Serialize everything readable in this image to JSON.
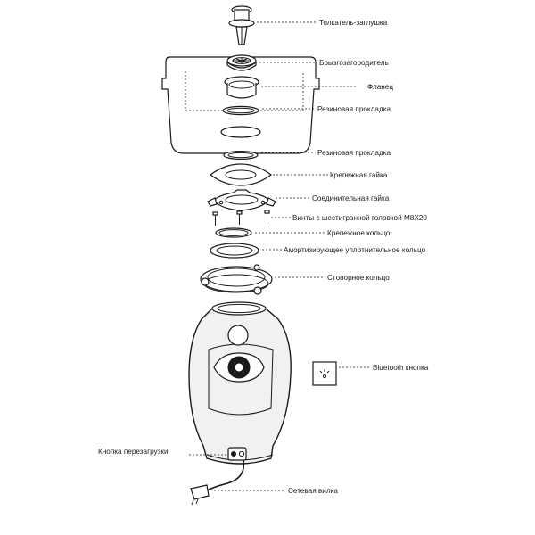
{
  "labels": {
    "pusher_plug": "Толкатель-заглушка",
    "splash_guard": "Брызгозагородитель",
    "flange": "Фланец",
    "rubber_gasket_1": "Резиновая прокладка",
    "rubber_gasket_2": "Резиновая прокладка",
    "mounting_nut": "Крепежная гайка",
    "connecting_nut": "Соединительная гайка",
    "hex_screws": "Винты с шестигранной головкой M8X20",
    "mounting_ring": "Крепежное кольцо",
    "damping_ring": "Амортизирующее уплотнительное кольцо",
    "retaining_ring": "Стопорное кольцо",
    "bluetooth_button": "Bluetooth кнопка",
    "reset_button": "Кнопка перезагрузки",
    "power_plug": "Сетевая вилка"
  },
  "icons": {
    "bluetooth": "touch-tap-icon"
  },
  "colors": {
    "line": "#1a1a1a",
    "body_fill": "#f1f1f1"
  }
}
